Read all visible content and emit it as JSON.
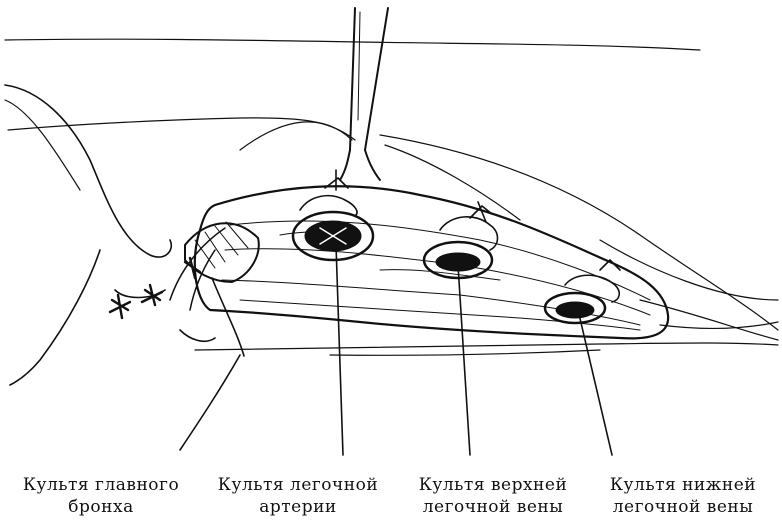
{
  "labels": {
    "bronchus": {
      "line1": "Культя главного",
      "line2": "бронха"
    },
    "artery": {
      "line1": "Культя легочной",
      "line2": "артерии"
    },
    "upper_vein": {
      "line1": "Культя верхней",
      "line2": "легочной вены"
    },
    "lower_vein": {
      "line1": "Культя нижней",
      "line2": "легочной вены"
    }
  },
  "colors": {
    "ink": "#111111",
    "paper": "#ffffff"
  }
}
